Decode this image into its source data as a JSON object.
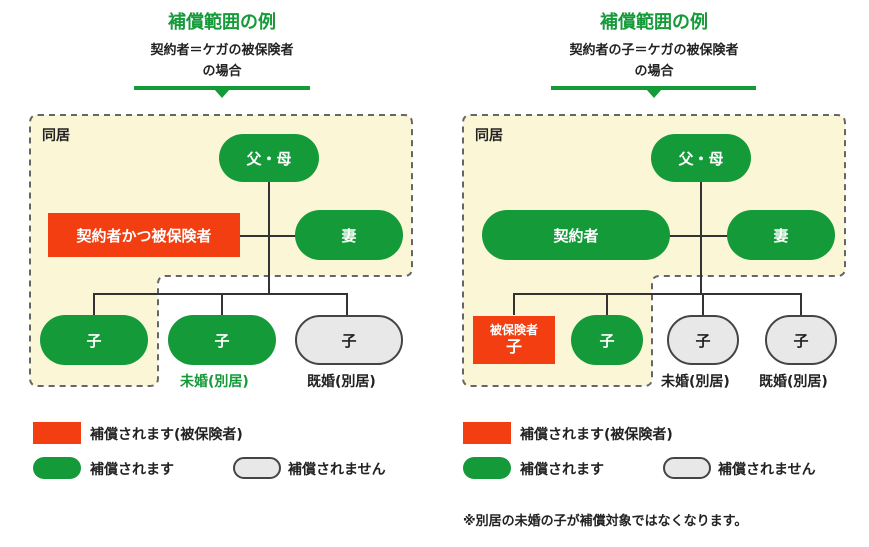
{
  "left": {
    "title": "補償範囲の例",
    "subtitle_line1": "契約者＝ケガの被保険者",
    "subtitle_line2": "の場合",
    "zone_label": "同居",
    "parents": "父・母",
    "insured": "契約者かつ被保険者",
    "spouse": "妻",
    "child1": "子",
    "child2": "子",
    "child3": "子",
    "child2_caption": "未婚(別居)",
    "child3_caption": "既婚(別居)"
  },
  "right": {
    "title": "補償範囲の例",
    "subtitle_line1": "契約者の子＝ケガの被保険者",
    "subtitle_line2": "の場合",
    "zone_label": "同居",
    "parents": "父・母",
    "contractor": "契約者",
    "spouse": "妻",
    "insured_small": "被保険者",
    "insured_child": "子",
    "child2": "子",
    "child3": "子",
    "child4": "子",
    "child3_caption": "未婚(別居)",
    "child4_caption": "既婚(別居)"
  },
  "legend": {
    "red_label": "補償されます(被保険者)",
    "green_label": "補償されます",
    "grey_label": "補償されません"
  },
  "note": "※別居の未婚の子が補償対象ではなくなります。",
  "colors": {
    "green": "#159a3a",
    "red": "#f23e10",
    "zone_fill": "#fbf7d6",
    "grey": "#e8e8e8"
  }
}
